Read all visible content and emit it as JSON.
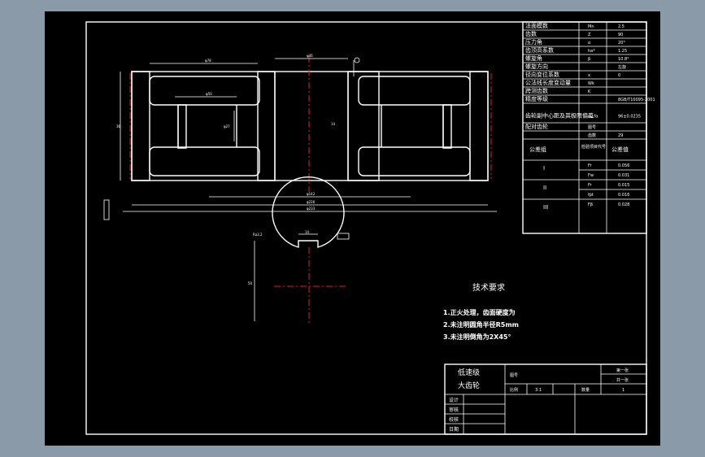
{
  "drawing": {
    "table": {
      "rows": [
        {
          "label": "法面模数",
          "symbol": "Mn",
          "value": "2.5"
        },
        {
          "label": "齿数",
          "symbol": "Z",
          "value": "90"
        },
        {
          "label": "压力角",
          "symbol": "α",
          "value": "20°"
        },
        {
          "label": "齿顶高系数",
          "symbol": "ha*",
          "value": "1.25"
        },
        {
          "label": "螺旋角",
          "symbol": "β",
          "value": "10.8°"
        },
        {
          "label": "螺旋方向",
          "symbol": "",
          "value": "左旋"
        },
        {
          "label": "径向变位系数",
          "symbol": "x",
          "value": "0"
        },
        {
          "label": "公法线长度变动量",
          "symbol": "Wk",
          "value": ""
        },
        {
          "label": "跨测齿数",
          "symbol": "K",
          "value": ""
        },
        {
          "label": "精度等级",
          "symbol": "",
          "value": "8GB/T10095-2001"
        },
        {
          "label": "齿轮副中心距及其极限偏差",
          "symbol": "α±fα",
          "value": "96±0.0235"
        },
        {
          "label": "配对齿轮",
          "symbol": "图号",
          "value": ""
        },
        {
          "label": "",
          "symbol": "齿数",
          "value": "29"
        }
      ],
      "tolerance_header": {
        "group": "公差组",
        "item": "检验项目代号",
        "value": "公差值"
      },
      "tolerance_rows": [
        {
          "group": "I",
          "item": "Fr",
          "value": "0.056"
        },
        {
          "group": "",
          "item": "Fw",
          "value": "0.031"
        },
        {
          "group": "II",
          "item": "Fr",
          "value": "0.015"
        },
        {
          "group": "",
          "item": "fpt",
          "value": "0.016"
        },
        {
          "group": "III",
          "item": "Fβ",
          "value": "0.028"
        }
      ]
    },
    "dimensions": {
      "overall_width": "φ233",
      "bore_width": "φ46",
      "rim_width": "φ226",
      "hub_width": "φ142",
      "left_length": "φ78",
      "inner": "φ50",
      "web": "φ27",
      "height": "36",
      "slot": "14",
      "keyway_width": "14",
      "keyway_depth": "50",
      "bore_ra": "Ra3.2"
    },
    "tech_req": {
      "title": "技术要求",
      "items": [
        "1.正火处理，齿面硬度为",
        "2.未注明圆角半径R5mm",
        "3.未注明倒角为2X45°"
      ]
    },
    "title_block": {
      "name_line1": "低速级",
      "name_line2": "大齿轮",
      "drawing_no_label": "图号",
      "scale_label": "比例",
      "scale": "3:1",
      "qty_label": "数量",
      "qty": "1",
      "sheet_label1": "第一张",
      "sheet_label2": "共一张",
      "sign_rows": [
        "设计",
        "审核",
        "校核",
        "日期"
      ]
    }
  }
}
